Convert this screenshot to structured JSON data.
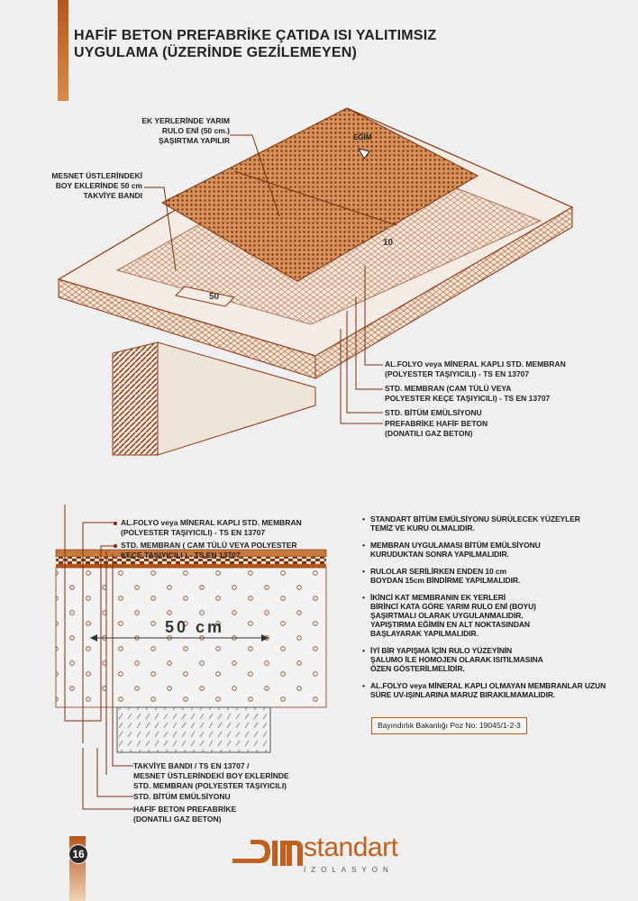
{
  "title": [
    "HAFİF BETON PREFABRİKE ÇATIDA ISI YALITIMSIZ",
    "UYGULAMA (ÜZERİNDE GEZİLEMEYEN)"
  ],
  "iso_diagram": {
    "slope_label": "EĞİM",
    "dim_10": "10",
    "dim_50": "50",
    "callouts_left": [
      [
        "EK YERLERİNDE YARIM",
        "RULO ENİ (50 cm.)",
        "ŞAŞIRTMA YAPILIR"
      ],
      [
        "MESNET ÜSTLERİNDEKİ",
        "BOY EKLERİNDE 50 cm",
        "TAKVİYE BANDI"
      ]
    ],
    "callouts_right": [
      [
        "AL.FOLYO veya MİNERAL KAPLI STD. MEMBRAN",
        "(POLYESTER TAŞIYICILI)  - TS EN 13707"
      ],
      [
        "STD. MEMBRAN (CAM TÜLÜ VEYA",
        "POLYESTER KEÇE TAŞIYICILI)  - TS EN 13707"
      ],
      [
        "STD. BİTÜM EMÜLSİYONU"
      ],
      [
        "PREFABRİKE HAFİF BETON",
        "(DONATILI GAZ BETON)"
      ]
    ]
  },
  "section_diagram": {
    "dim_label": "50 cm",
    "callouts_top": [
      [
        "AL.FOLYO veya MİNERAL KAPLI STD. MEMBRAN",
        "(POLYESTER TAŞIYICILI)  - TS EN 13707"
      ],
      [
        "STD. MEMBRAN ( CAM TÜLÜ VEYA POLYESTER",
        "KEÇE TAŞIYICILI )  - TS EN 13707"
      ]
    ],
    "callouts_bottom": [
      [
        "TAKVİYE BANDI / TS EN 13707 /",
        "MESNET ÜSTLERİNDEKİ BOY EKLERİNDE",
        "STD. MEMBRAN (POLYESTER TAŞIYICILI)"
      ],
      [
        "STD. BİTÜM EMÜLSİYONU"
      ],
      [
        "HAFİF BETON PREFABRİKE",
        "(DONATILI GAZ BETON)"
      ]
    ]
  },
  "notes": [
    "STANDART BİTÜM EMÜLSİYONU SÜRÜLECEK YÜZEYLER\nTEMİZ VE KURU OLMALIDIR.",
    "MEMBRAN UYGULAMASI BİTÜM EMÜLSİYONU\nKURUDUKTAN SONRA YAPILMALIDIR.",
    "RULOLAR SERİLİRKEN ENDEN 10 cm\nBOYDAN 15cm BİNDİRME YAPILMALIDIR.",
    "İKİNCİ KAT MEMBRANIN EK YERLERİ\nBİRİNCİ KATA GÖRE YARIM RULO ENİ (BOYU)\nŞAŞIRTMALI OLARAK UYGULANMALIDIR.\nYAPIŞTIRMA EĞİMİN EN ALT NOKTASINDAN\nBAŞLAYARAK YAPILMALIDIR.",
    "İYİ BİR YAPIŞMA İÇİN RULO YÜZEYİNİN\nŞALUMO İLE HOMOJEN OLARAK ISITILMASINA\nÖZEN GÖSTERİLMELİDİR.",
    "AL.FOLYO veya MİNERAL KAPLI OLMAYAN MEMBRANLAR UZUN\nSÜRE UV-IŞINLARINA MARUZ BIRAKILMAMALIDIR."
  ],
  "poz_no": "Bayındırlık Bakanlığı Poz No: 19045/1-2-3",
  "page_number": "16",
  "brand": {
    "name": "standart",
    "tagline": "İZOLASYON",
    "color": "#c0601c"
  }
}
